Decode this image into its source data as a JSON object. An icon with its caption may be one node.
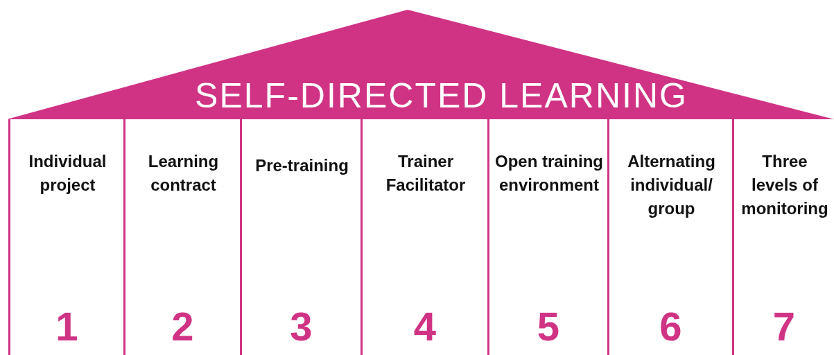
{
  "diagram": {
    "nodes": [
      {
        "text": [
          "SELF-DIRECTED LEARNING"
        ]
      },
      {
        "text": [
          "Individual project",
          "1"
        ]
      },
      {
        "text": [
          "Learning contract",
          "2"
        ]
      },
      {
        "text": [
          "Pre-training",
          "3"
        ]
      },
      {
        "text": [
          "Trainer Facilitator",
          "4"
        ]
      },
      {
        "text": [
          "Open training environment",
          "5"
        ]
      },
      {
        "text": [
          "Alternating individual/ group",
          "6"
        ]
      },
      {
        "text": [
          "Three levels of monitoring",
          "7"
        ]
      }
    ]
  }
}
